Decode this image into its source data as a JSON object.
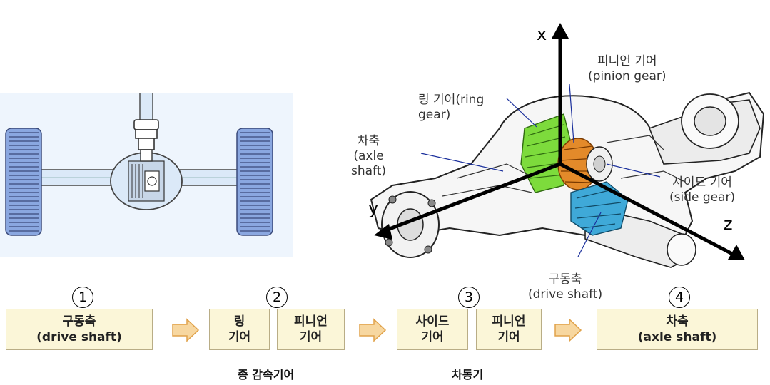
{
  "figure": {
    "axes": {
      "x": "x",
      "y": "y",
      "z": "z"
    },
    "labels": {
      "pinion_gear": "피니언 기어\n(pinion gear)",
      "ring_gear": "링 기어(ring\ngear)",
      "axle_shaft": "차축\n(axle\nshaft)",
      "side_gear": "사이드 기어\n(side gear)",
      "drive_shaft": "구동축\n(drive shaft)"
    }
  },
  "flow": {
    "steps": [
      {
        "number": "1",
        "boxes": [
          {
            "line1": "구동축",
            "line2": "(drive shaft)"
          }
        ]
      },
      {
        "number": "2",
        "boxes": [
          {
            "line1": "링",
            "line2": "기어"
          },
          {
            "line1": "피니언",
            "line2": "기어"
          }
        ]
      },
      {
        "number": "3",
        "boxes": [
          {
            "line1": "사이드",
            "line2": "기어"
          },
          {
            "line1": "피니언",
            "line2": "기어"
          }
        ]
      },
      {
        "number": "4",
        "boxes": [
          {
            "line1": "차축",
            "line2": "(axle shaft)"
          }
        ]
      }
    ],
    "captions": {
      "final_reduction": "종 감속기어",
      "differential": "차동기"
    }
  },
  "colors": {
    "tire": "#8aa7e0",
    "ring_gear": "#7ddb3c",
    "side_gear": "#3fa9d8",
    "pinion_gear": "#e38a2a",
    "box_fill": "#fbf6d8",
    "arrow": "#f7d7a0"
  }
}
